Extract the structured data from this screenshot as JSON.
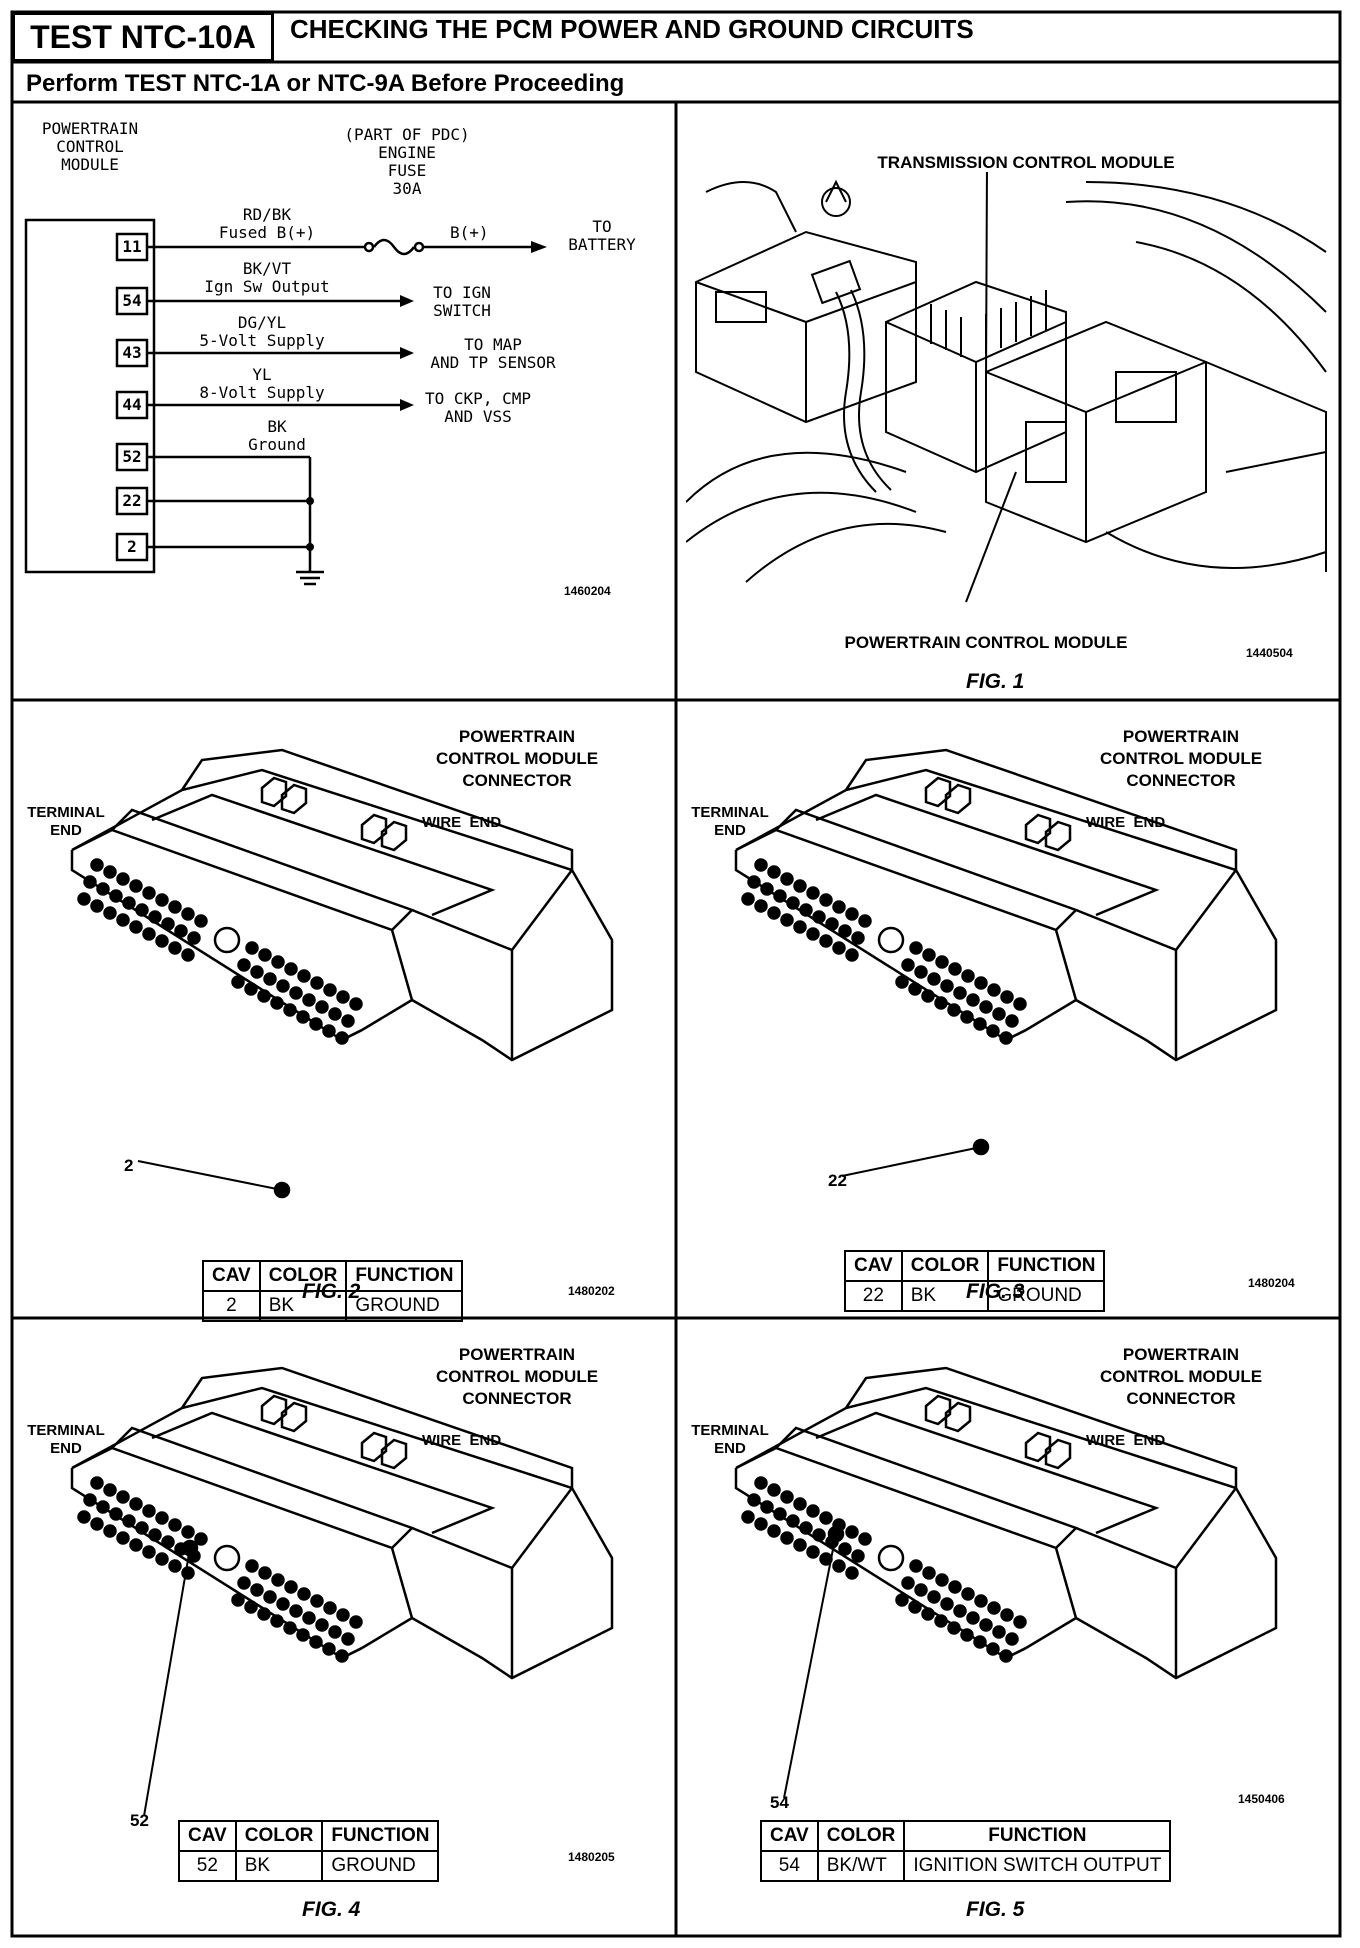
{
  "header": {
    "test_id": "TEST NTC-10A",
    "title": "CHECKING THE PCM POWER AND GROUND CIRCUITS",
    "subtitle": "Perform TEST NTC-1A or NTC-9A Before Proceeding"
  },
  "schematic": {
    "module_label": [
      "POWERTRAIN",
      "CONTROL",
      "MODULE"
    ],
    "pdc_label": [
      "(PART OF PDC)",
      "ENGINE",
      "FUSE",
      "30A"
    ],
    "pins": [
      "11",
      "54",
      "43",
      "44",
      "52",
      "22",
      "2"
    ],
    "wires": [
      {
        "color": "RD/BK",
        "desc": "Fused B(+)",
        "dest": [
          "TO",
          "BATTERY"
        ]
      },
      {
        "color": "BK/VT",
        "desc": "Ign Sw Output",
        "dest": [
          "TO IGN",
          "SWITCH"
        ]
      },
      {
        "color": "DG/YL",
        "desc": "5-Volt Supply",
        "dest": [
          "TO MAP",
          "AND TP SENSOR"
        ]
      },
      {
        "color": "YL",
        "desc": "8-Volt Supply",
        "dest": [
          "TO CKP, CMP",
          "AND VSS"
        ]
      },
      {
        "color": "BK",
        "desc": "Ground",
        "dest": []
      }
    ],
    "bplus": "B(+)",
    "code": "1460204"
  },
  "fig1": {
    "top_label": "TRANSMISSION CONTROL MODULE",
    "bottom_label": "POWERTRAIN CONTROL MODULE",
    "code": "1440504",
    "caption": "FIG. 1"
  },
  "connector_labels": {
    "title": [
      "POWERTRAIN",
      "CONTROL MODULE",
      "CONNECTOR"
    ],
    "terminal": [
      "TERMINAL",
      "END"
    ],
    "wire_end": "WIRE  END"
  },
  "table_headers": [
    "CAV",
    "COLOR",
    "FUNCTION"
  ],
  "figures": [
    {
      "caption": "FIG. 2",
      "pin_label": "2",
      "code": "1480202",
      "row": [
        "2",
        "BK",
        "GROUND"
      ]
    },
    {
      "caption": "FIG. 3",
      "pin_label": "22",
      "code": "1480204",
      "row": [
        "22",
        "BK",
        "GROUND"
      ]
    },
    {
      "caption": "FIG. 4",
      "pin_label": "52",
      "code": "1480205",
      "row": [
        "52",
        "BK",
        "GROUND"
      ]
    },
    {
      "caption": "FIG. 5",
      "pin_label": "54",
      "code": "1450406",
      "row": [
        "54",
        "BK/WT",
        "IGNITION SWITCH OUTPUT"
      ]
    }
  ]
}
